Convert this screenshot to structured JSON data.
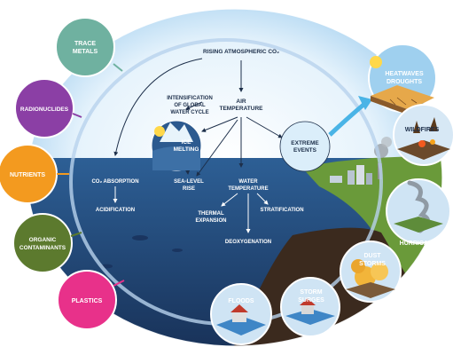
{
  "center": {
    "rising_co2": "RISING ATMOSPHERIC CO₂",
    "air_temp_line1": "AIR",
    "air_temp_line2": "TEMPERATURE",
    "intensification_line1": "INTENSIFICATION",
    "intensification_line2": "OF GLOBAL",
    "intensification_line3": "WATER CYCLE",
    "ice_melting_line1": "ICE",
    "ice_melting_line2": "MELTING",
    "extreme_events_line1": "EXTREME",
    "extreme_events_line2": "EVENTS",
    "co2_absorption": "CO₂ ABSORPTION",
    "acidification": "ACIDIFICATION",
    "sea_level_line1": "SEA-LEVEL",
    "sea_level_line2": "RISE",
    "water_temp_line1": "WATER",
    "water_temp_line2": "TEMPERATURE",
    "thermal_line1": "THERMAL",
    "thermal_line2": "EXPANSION",
    "stratification": "STRATIFICATION",
    "deoxygenation": "DEOXYGENATION"
  },
  "pollutants": [
    {
      "line1": "TRACE",
      "line2": "METALS",
      "color": "#6fb1a0"
    },
    {
      "line1": "RADIONUCLIDES",
      "line2": "",
      "color": "#8b3fa5"
    },
    {
      "line1": "NUTRIENTS",
      "line2": "",
      "color": "#f39a1f"
    },
    {
      "line1": "ORGANIC",
      "line2": "CONTAMINANTS",
      "color": "#5c7a2e"
    },
    {
      "line1": "PLASTICS",
      "line2": "",
      "color": "#e8318a"
    }
  ],
  "events": {
    "heatwaves_line1": "HEATWAVES",
    "heatwaves_line2": "DROUGHTS",
    "wildfires": "WILDFIRES",
    "hurricanes": "HURRICANES",
    "dust_line1": "DUST",
    "dust_line2": "STORMS",
    "storm_line1": "STORM",
    "storm_line2": "SURGES",
    "floods": "FLOODS"
  },
  "colors": {
    "sky_light": "#dbeefa",
    "sky_blue": "#5aa8de",
    "ocean_dark": "#1d3d6b",
    "ocean_mid": "#2c5a8f",
    "seabed": "#3a2a1e",
    "ring": "#9fc3e6"
  }
}
